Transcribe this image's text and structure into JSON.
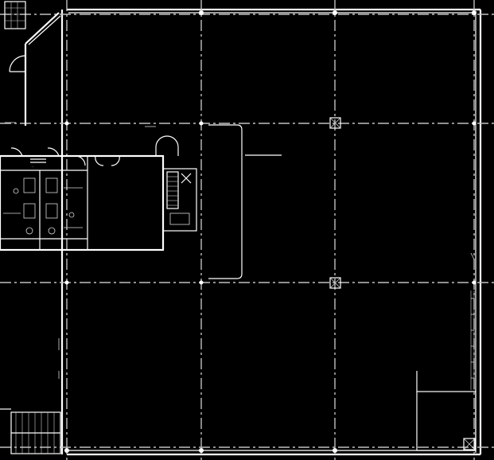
{
  "drawing": {
    "background": "#000000",
    "linework": "#ffffff",
    "room_tag": "",
    "grid_x": [
      84,
      253,
      421,
      596
    ],
    "grid_y": [
      18,
      155,
      355,
      562
    ]
  }
}
